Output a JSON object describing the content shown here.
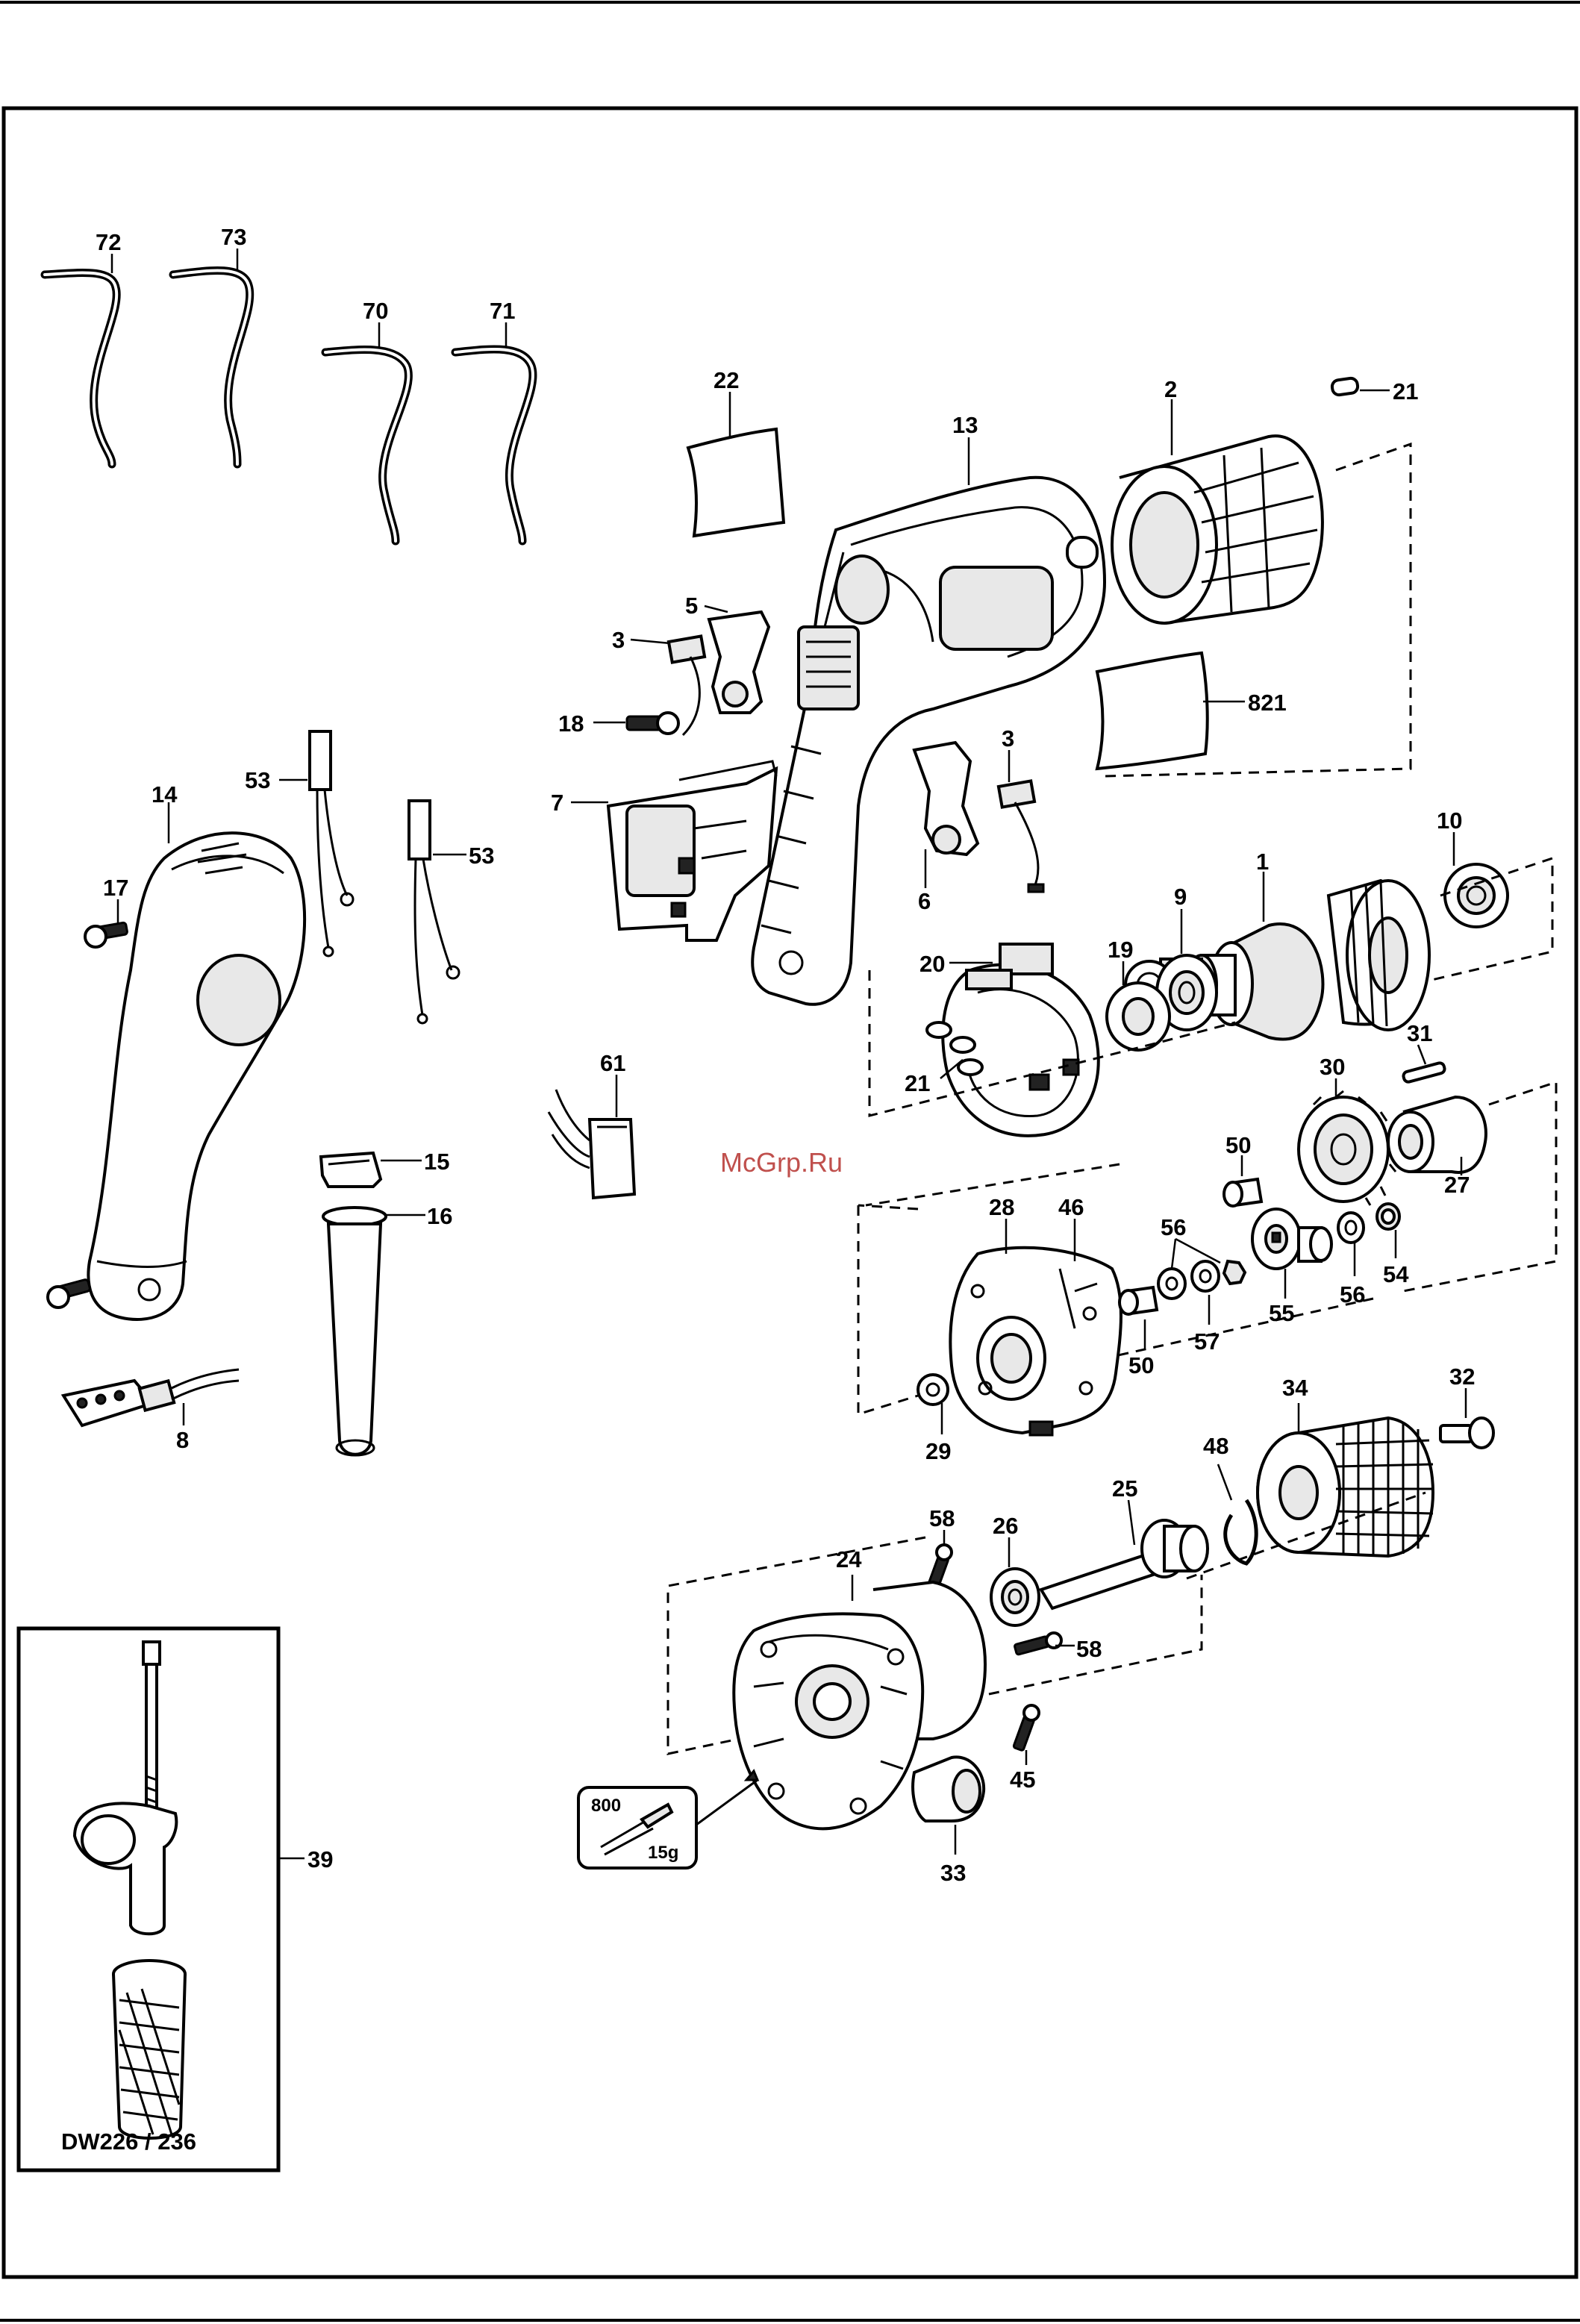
{
  "watermark": "McGrp.Ru",
  "model_box_label": "DW226 / 236",
  "grease": {
    "code": "800",
    "amount": "15g"
  },
  "part_labels": {
    "p72": "72",
    "p73": "73",
    "p70": "70",
    "p71": "71",
    "p22": "22",
    "p13": "13",
    "p2": "2",
    "p21a": "21",
    "p5": "5",
    "p3a": "3",
    "p18": "18",
    "p821": "821",
    "p3b": "3",
    "p7": "7",
    "p6": "6",
    "p53a": "53",
    "p53b": "53",
    "p14": "14",
    "p17": "17",
    "p10": "10",
    "p1": "1",
    "p9": "9",
    "p19": "19",
    "p20": "20",
    "p21b": "21",
    "p31": "31",
    "p30": "30",
    "p61": "61",
    "p15": "15",
    "p16": "16",
    "p50a": "50",
    "p27": "27",
    "p28": "28",
    "p46": "46",
    "p56a": "56",
    "p54": "54",
    "p56b": "56",
    "p55": "55",
    "p57": "57",
    "p50b": "50",
    "p8": "8",
    "p29": "29",
    "p34": "34",
    "p32": "32",
    "p48": "48",
    "p25": "25",
    "p58a": "58",
    "p26": "26",
    "p24": "24",
    "p58b": "58",
    "p45": "45",
    "p39": "39",
    "p33": "33"
  }
}
